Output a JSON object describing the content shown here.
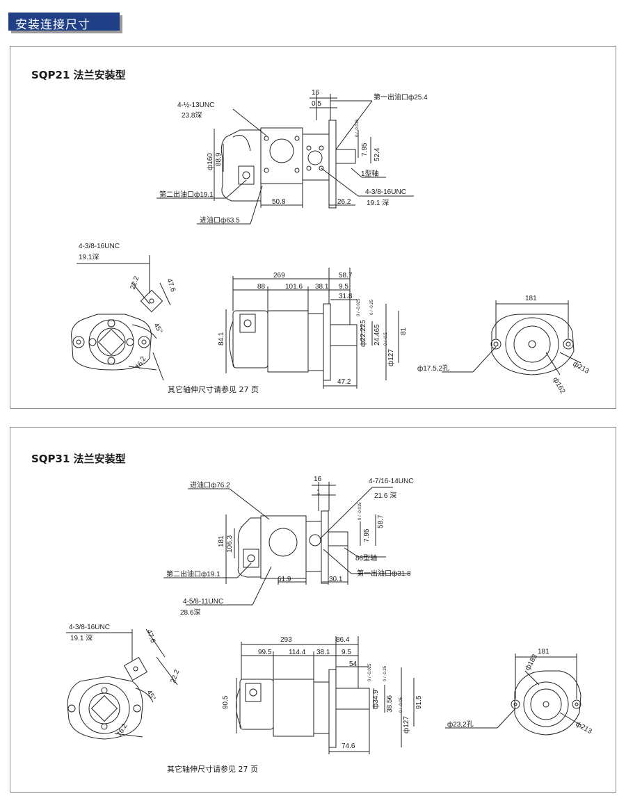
{
  "header": {
    "title": "安装连接尺寸"
  },
  "panels": [
    {
      "title": "SQP21 法兰安装型",
      "note": "其它轴伸尺寸请参见 27 页",
      "top_view": {
        "dim_16": "16",
        "dim_0_5": "0.5",
        "port1": "第一出油口ф25.4",
        "bolt1": "4-½-13UNC",
        "bolt1_depth": "23.8深",
        "d_160": "ф160",
        "d_88_9": "88.9",
        "d_7_95": "7.95",
        "tol_7_95": "0 / -0.015",
        "d_52_4": "52.4",
        "shaft": "1型轴",
        "bolt2": "4-3/8-16UNC",
        "bolt2_depth": "19.1 深",
        "port2": "第二出油口ф19.1",
        "d_50_8": "50.8",
        "d_26_2": "26.2",
        "inlet": "进油口ф63.5"
      },
      "front_view": {
        "bolt": "4-3/8-16UNC",
        "bolt_depth": "19.1深",
        "d_22_2": "22.2",
        "d_47_6": "47.6",
        "angle": "45°",
        "d_76_2": "76.2"
      },
      "side_view": {
        "d_269": "269",
        "d_58_7": "58.7",
        "d_88": "88",
        "d_101_6": "101.6",
        "d_38_1": "38.1",
        "d_9_5": "9.5",
        "d_31_8": "31.8",
        "d_84_1": "84.1",
        "d_22_225": "ф22.225",
        "tol_22": "0 / -0.025",
        "d_24_465": "24.465",
        "tol_24": "0 / -0.25",
        "d_81": "81",
        "d_127": "ф127",
        "tol_127": "0 / -0.5",
        "d_47_2": "47.2"
      },
      "end_view": {
        "d_181": "181",
        "hole": "ф17.5,2孔",
        "d_213": "ф213",
        "d_162": "ф162"
      }
    },
    {
      "title": "SQP31 法兰安装型",
      "note": "其它轴伸尺寸请参见 27 页",
      "top_view": {
        "inlet": "进油口ф76.2",
        "dim_16": "16",
        "dim_1": "1",
        "bolt1": "4-7/16-14UNC",
        "bolt1_depth": "21.6 深",
        "d_181": "181",
        "d_106_3": "106.3",
        "d_7_95": "7.95",
        "tol_7_95": "0 / -0.015",
        "d_58_7": "58.7",
        "shaft": "86型轴",
        "port2": "第二出油口ф19.1",
        "d_61_9": "61.9",
        "d_30_1": "30.1",
        "port1": "第一出油口ф31.8",
        "bolt2": "4-5/8-11UNC",
        "bolt2_depth": "28.6深"
      },
      "front_view": {
        "bolt": "4-3/8-16UNC",
        "bolt_depth": "19.1 深",
        "d_47_6": "47.6",
        "d_22_2": "22.2",
        "angle": "45°",
        "d_76_2": "76.2"
      },
      "side_view": {
        "d_293": "293",
        "d_86_4": "86.4",
        "d_99_5": "99.5",
        "d_114_4": "114.4",
        "d_38_1": "38.1",
        "d_9_5": "9.5",
        "d_54": "54",
        "d_90_5": "90.5",
        "d_34_9": "ф34.9",
        "tol_34": "0 / -0.025",
        "d_38_56": "38.56",
        "tol_38": "0 / -0.25",
        "d_91_5": "91.5",
        "d_127": "ф127",
        "tol_127": "0 / -0.05",
        "d_74_6": "74.6"
      },
      "end_view": {
        "d_181": "181",
        "d_183": "ф183",
        "hole": "ф23,2孔",
        "d_213": "ф213"
      }
    }
  ]
}
